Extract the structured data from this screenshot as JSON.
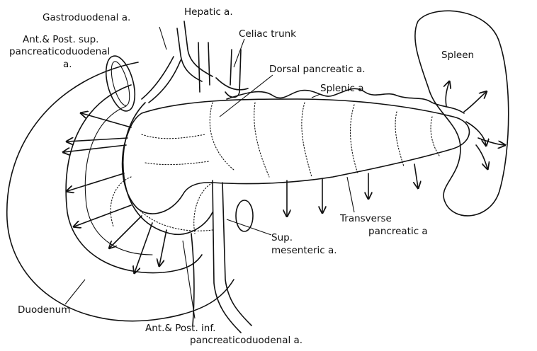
{
  "labels": {
    "gastroduodenal": "Gastroduodenal a.",
    "hepatic": "Hepatic a.",
    "celiac": "Celiac trunk",
    "ant_post_sup_1": "Ant.& Post. sup.",
    "ant_post_sup_2": "pancreaticoduodenal",
    "ant_post_sup_3": "a.",
    "dorsal": "Dorsal pancreatic a.",
    "spleen": "Spleen",
    "splenic": "Splenic a",
    "transverse_1": "Transverse",
    "transverse_2": "pancreatic a",
    "sup_mes_1": "Sup.",
    "sup_mes_2": "mesenteric a.",
    "duodenum": "Duodenum",
    "ant_post_inf_1": "Ant.& Post. inf.",
    "ant_post_inf_2": "pancreaticoduodenal a."
  }
}
